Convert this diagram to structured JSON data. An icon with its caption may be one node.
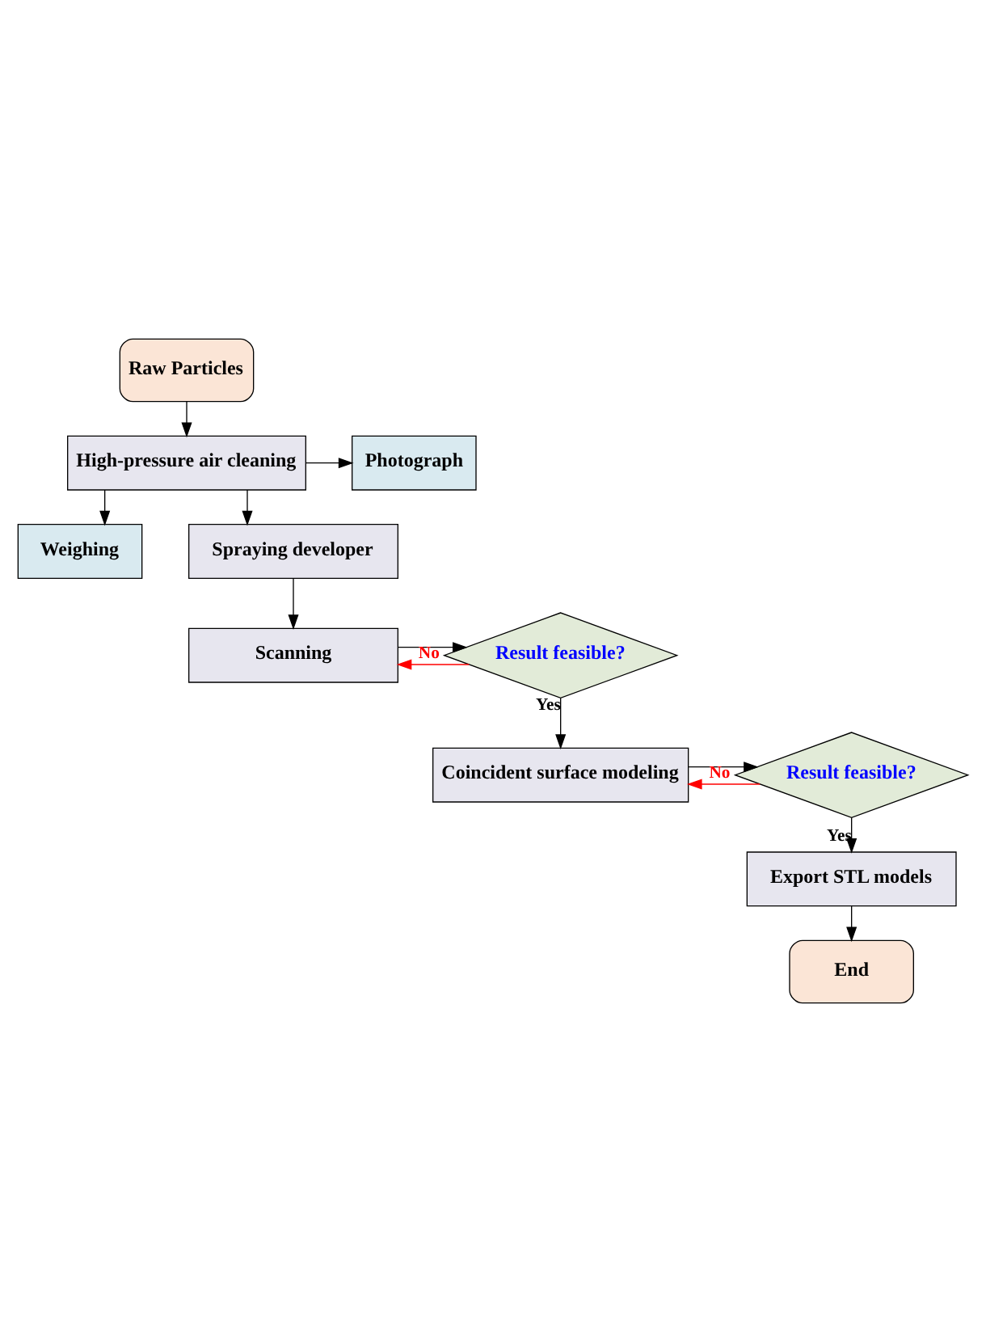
{
  "diagram": {
    "nodes": [
      {
        "text": [
          "Raw Particles"
        ]
      },
      {
        "text": [
          "High-pressure air cleaning"
        ]
      },
      {
        "text": [
          "Photograph"
        ]
      },
      {
        "text": [
          "Weighing"
        ]
      },
      {
        "text": [
          "Spraying developer"
        ]
      },
      {
        "text": [
          "Scanning"
        ]
      },
      {
        "text": [
          "Result feasible?"
        ]
      },
      {
        "text": [
          "Coincident surface modeling"
        ]
      },
      {
        "text": [
          "Result feasible?"
        ]
      },
      {
        "text": [
          "Export STL models"
        ]
      },
      {
        "text": [
          "End"
        ]
      }
    ],
    "edges": [
      {
        "from": 0,
        "to": 1,
        "arrow": "to"
      },
      {
        "from": 1,
        "to": 2,
        "arrow": "to"
      },
      {
        "from": 1,
        "to": 3,
        "arrow": "to"
      },
      {
        "from": 1,
        "to": 4,
        "arrow": "to"
      },
      {
        "from": 4,
        "to": 5,
        "arrow": "to"
      },
      {
        "from": 5,
        "to": 6,
        "arrow": "to"
      },
      {
        "from": 6,
        "to": 5,
        "arrow": "to",
        "label": "No",
        "color": "#ff0000"
      },
      {
        "from": 6,
        "to": 7,
        "arrow": "to",
        "label": "Yes"
      },
      {
        "from": 7,
        "to": 8,
        "arrow": "to"
      },
      {
        "from": 8,
        "to": 7,
        "arrow": "to",
        "label": "No",
        "color": "#ff0000"
      },
      {
        "from": 8,
        "to": 9,
        "arrow": "to",
        "label": "Yes"
      },
      {
        "from": 9,
        "to": 10,
        "arrow": "to"
      }
    ]
  }
}
